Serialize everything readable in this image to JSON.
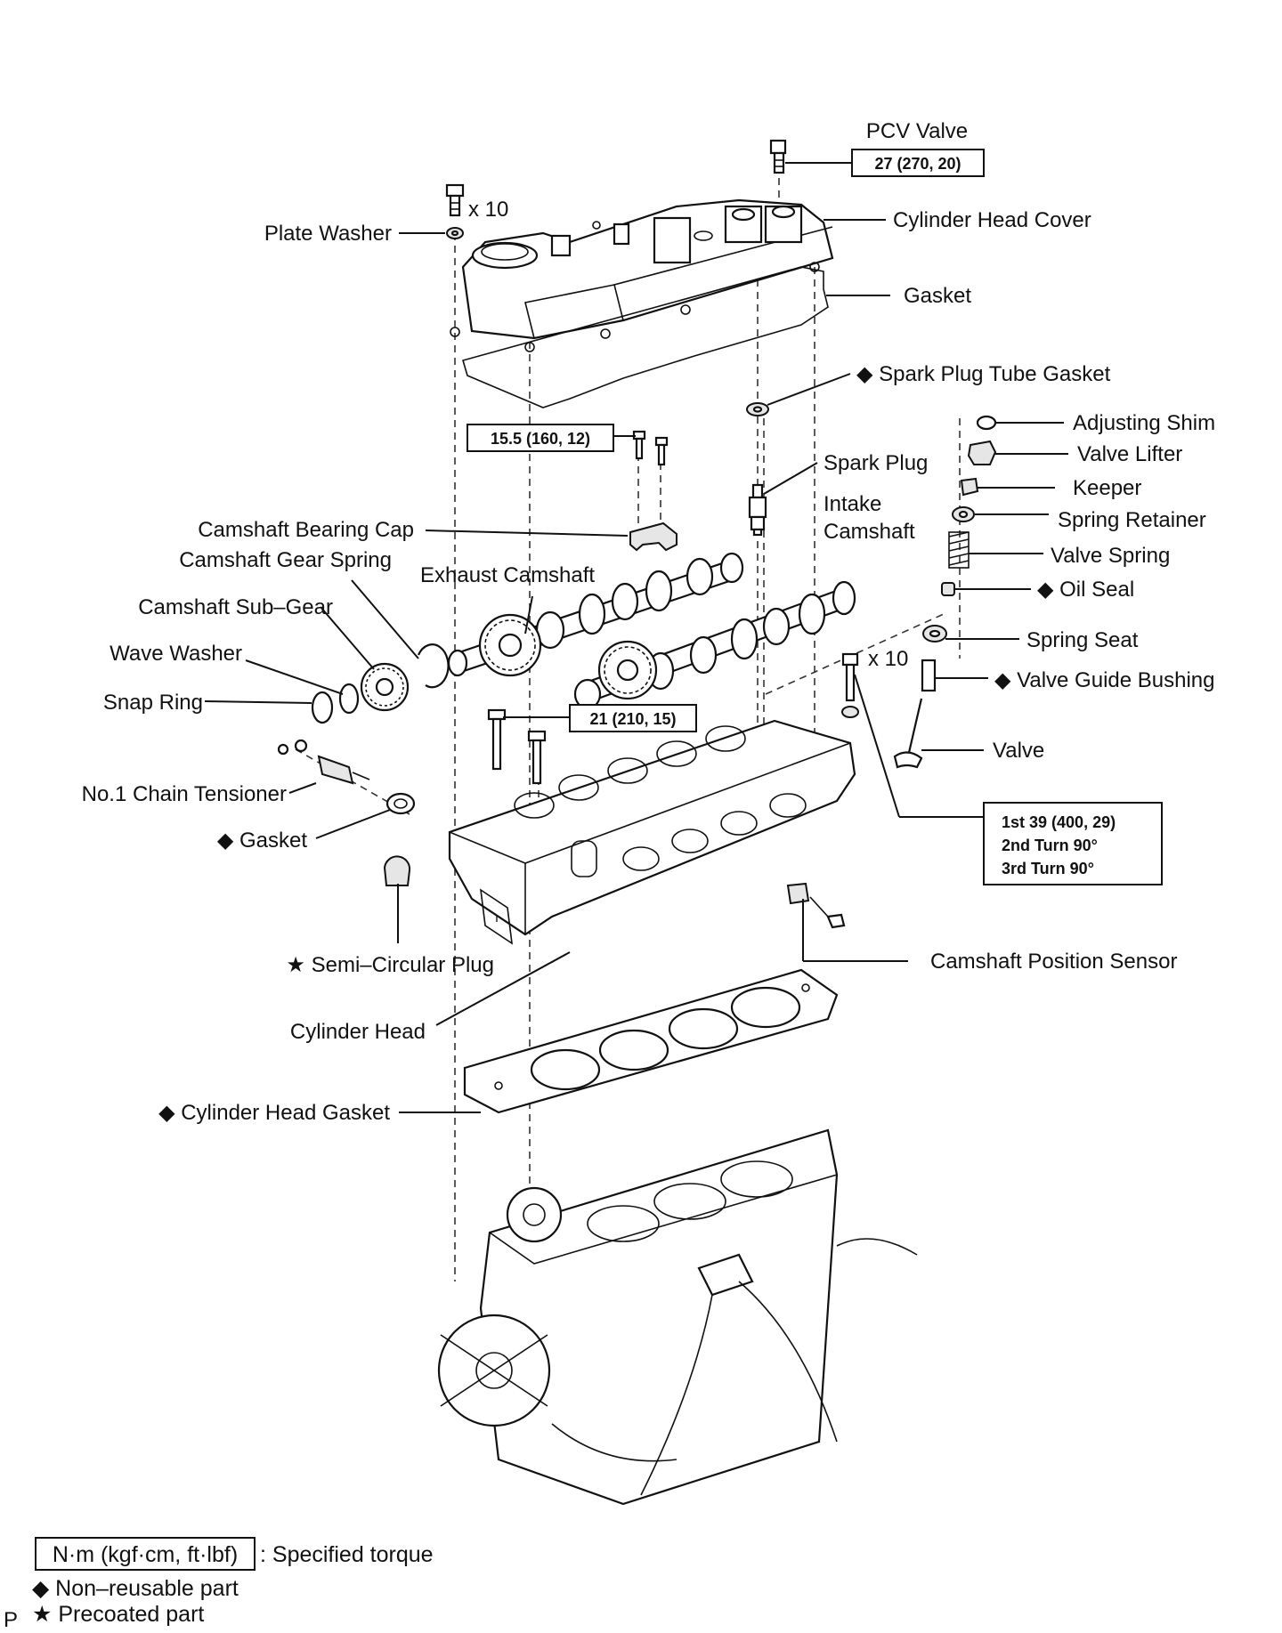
{
  "torque": {
    "pcv": "27 (270, 20)",
    "bearing_cap": "15.5 (160, 12)",
    "head_front": "21 (210, 15)",
    "head_bolt_1": "1st 39 (400, 29)",
    "head_bolt_2": "2nd Turn 90°",
    "head_bolt_3": "3rd Turn 90°"
  },
  "qty": {
    "cover_bolts": "x 10",
    "head_bolts": "x 10"
  },
  "labels": {
    "pcv_valve": "PCV Valve",
    "plate_washer": "Plate Washer",
    "cylinder_head_cover": "Cylinder Head Cover",
    "gasket_cover": "Gasket",
    "spark_plug_tube_gasket": "◆ Spark Plug Tube Gasket",
    "adjusting_shim": "Adjusting Shim",
    "valve_lifter": "Valve Lifter",
    "spark_plug": "Spark Plug",
    "keeper": "Keeper",
    "intake_camshaft_1": "Intake",
    "intake_camshaft_2": "Camshaft",
    "spring_retainer": "Spring Retainer",
    "camshaft_bearing_cap": "Camshaft Bearing Cap",
    "valve_spring": "Valve Spring",
    "camshaft_gear_spring": "Camshaft Gear Spring",
    "exhaust_camshaft": "Exhaust Camshaft",
    "oil_seal": "◆ Oil Seal",
    "camshaft_sub_gear": "Camshaft Sub–Gear",
    "spring_seat": "Spring Seat",
    "wave_washer": "Wave Washer",
    "valve_guide_bushing": "◆ Valve Guide Bushing",
    "snap_ring": "Snap Ring",
    "valve": "Valve",
    "chain_tensioner": "No.1 Chain Tensioner",
    "gasket_tensioner": "◆ Gasket",
    "semi_circular_plug": "★ Semi–Circular Plug",
    "camshaft_position_sensor": "Camshaft Position Sensor",
    "cylinder_head": "Cylinder Head",
    "cylinder_head_gasket": "◆ Cylinder Head Gasket"
  },
  "legend": {
    "torque_box": "N·m (kgf·cm, ft·lbf)",
    "torque_desc": ": Specified torque",
    "non_reusable": "◆ Non–reusable part",
    "precoated": "★ Precoated part",
    "corner": "P"
  }
}
